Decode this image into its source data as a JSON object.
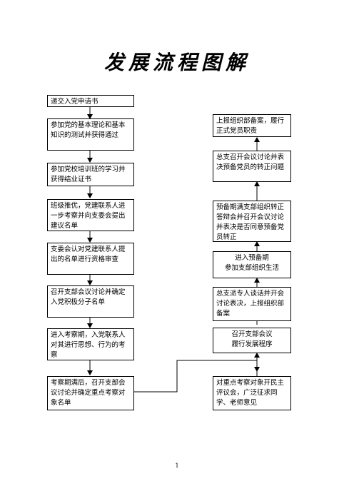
{
  "title": "发展流程图解",
  "left_steps": [
    "递交入党申请书",
    "参加党的基本理论和基本知识的测试并获得通过",
    "参加党校培训班的学习并获得结业证书",
    "班级推优，党建联系人进一步考察并向支委会提出建议名单",
    "支委会认对党建联系人提出的名单进行资格审查",
    "召开支部会议讨论并确定入党积极分子名单",
    "进入考察期，入党联系人对其进行思想、行为的考察",
    "考察期满后，召开支部会议讨论并确定重点考察对象名单"
  ],
  "right_steps": [
    "上报组织部备案，履行正式党员职责",
    "总支召开会议讨论并表决预备党员的转正问题",
    "预备期满支部组织转正答辩会并召开会议讨论并表决是否同意预备党员转正",
    "进入预备期\n参加支部组织生活",
    "总支派专人谈话并开会讨论表决，上报组织部备案",
    "召开支部会议\n履行发展程序",
    "对重点考察对象开民主评议会，广泛征求同学、老师意见"
  ],
  "page_number": "1"
}
